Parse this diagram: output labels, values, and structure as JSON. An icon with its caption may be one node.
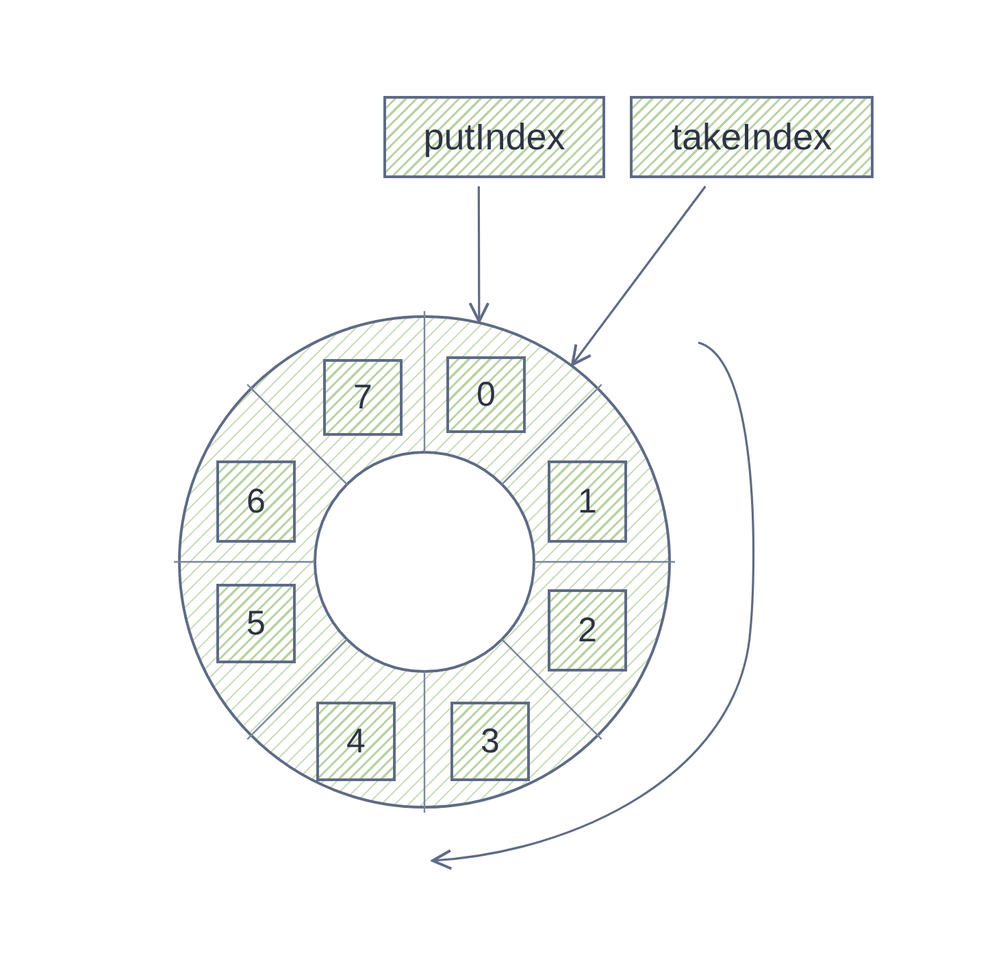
{
  "diagram": {
    "nodes": [
      {
        "text": [
          "putIndex"
        ]
      },
      {
        "text": [
          "takeIndex"
        ]
      },
      {
        "text": [],
        "shape": "circle"
      },
      {
        "text": [
          "7"
        ],
        "in": 2
      },
      {
        "text": [
          "0"
        ],
        "in": 2
      },
      {
        "text": [
          "6"
        ],
        "in": 2
      },
      {
        "text": [
          "1"
        ],
        "in": 2
      },
      {
        "text": [
          "5"
        ],
        "in": 2
      },
      {
        "text": [
          "2"
        ],
        "in": 2
      },
      {
        "text": [
          "4"
        ],
        "in": 2
      },
      {
        "text": [
          "3"
        ],
        "in": 2
      }
    ],
    "edges": [
      {
        "from": 0,
        "to": 2,
        "arrow": "to"
      },
      {
        "from": 1,
        "to": 2,
        "arrow": "to"
      }
    ]
  }
}
